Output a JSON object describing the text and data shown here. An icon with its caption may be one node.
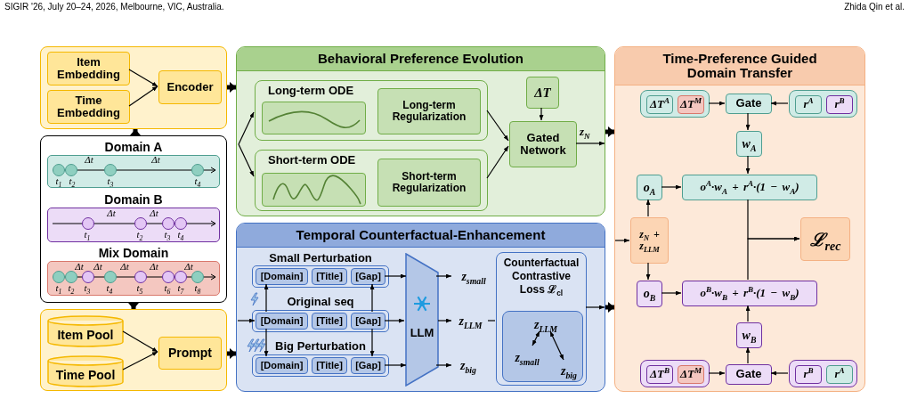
{
  "diagram": {
    "nodes": [
      {
        "text": [],
        "shape": "box"
      },
      {
        "text": [
          "Item Embedding"
        ],
        "in": 0
      },
      {
        "text": [
          "Time Embedding"
        ],
        "in": 0
      },
      {
        "text": [
          "Encoder"
        ],
        "in": 0
      },
      {
        "text": [],
        "shape": "box"
      },
      {
        "text": [
          "Domain A"
        ],
        "in": 4
      },
      {
        "text": [
          "Domain B"
        ],
        "in": 4
      },
      {
        "text": [
          "Mix Domain"
        ],
        "in": 4
      },
      {
        "text": [],
        "shape": "box"
      },
      {
        "text": [
          "Item Pool"
        ],
        "in": 8
      },
      {
        "text": [
          "Time Pool"
        ],
        "in": 8
      },
      {
        "text": [
          "Prompt"
        ],
        "in": 8
      },
      {
        "text": [
          "Behavioral Preference Evolution"
        ]
      },
      {
        "text": [
          "Long-term ODE"
        ],
        "in": 12
      },
      {
        "text": [],
        "shape": "box",
        "in": 13
      },
      {
        "text": [
          "Long-term Regularization"
        ],
        "in": 13
      },
      {
        "text": [
          "Short-term ODE"
        ],
        "in": 12
      },
      {
        "text": [],
        "shape": "box",
        "in": 16
      },
      {
        "text": [
          "Short-term Regularization"
        ],
        "in": 16
      },
      {
        "text": [
          "ΔT"
        ],
        "in": 12
      },
      {
        "text": [
          "Gated Network"
        ],
        "in": 12
      },
      {
        "text": [
          "Temporal Counterfactual-Enhancement"
        ]
      },
      {
        "text": [
          "Small Perturbation"
        ],
        "in": 21
      },
      {
        "text": [
          "[Domain]"
        ],
        "in": 22
      },
      {
        "text": [
          "[Title]"
        ],
        "in": 22
      },
      {
        "text": [
          "[Gap]"
        ],
        "in": 22
      },
      {
        "text": [
          "Original seq"
        ],
        "in": 21
      },
      {
        "text": [
          "[Domain]"
        ],
        "in": 26
      },
      {
        "text": [
          "[Title]"
        ],
        "in": 26
      },
      {
        "text": [
          "[Gap]"
        ],
        "in": 26
      },
      {
        "text": [
          "Big Perturbation"
        ],
        "in": 21
      },
      {
        "text": [
          "[Domain]"
        ],
        "in": 30
      },
      {
        "text": [
          "[Title]"
        ],
        "in": 30
      },
      {
        "text": [
          "[Gap]"
        ],
        "in": 30
      },
      {
        "text": [
          "LLM"
        ],
        "in": 21
      },
      {
        "text": [
          "Counterfactual Contrastive Loss ℒ$_{cl}$"
        ],
        "in": 21
      },
      {
        "text": [],
        "shape": "box",
        "in": 35
      },
      {
        "text": [
          "z$_{LLM}$"
        ],
        "in": 36
      },
      {
        "text": [
          "z$_{small}$"
        ],
        "in": 36
      },
      {
        "text": [
          "z$_{big}$"
        ],
        "in": 36
      },
      {
        "text": [
          "z$_{small}$"
        ],
        "in": 21
      },
      {
        "text": [
          "z$_{LLM}$"
        ],
        "in": 21
      },
      {
        "text": [
          "z$_{big}$"
        ],
        "in": 21
      },
      {
        "text": [
          "Time-Preference Guided Domain Transfer"
        ]
      },
      {
        "text": [],
        "shape": "box",
        "in": 43
      },
      {
        "text": [
          "ΔT$^{A}$"
        ],
        "in": 44
      },
      {
        "text": [
          "ΔT$^{M}$"
        ],
        "in": 44
      },
      {
        "text": [
          "Gate"
        ],
        "in": 43
      },
      {
        "text": [],
        "shape": "box",
        "in": 43
      },
      {
        "text": [
          "r$^{A}$"
        ],
        "in": 48
      },
      {
        "text": [
          "r$^{B}$"
        ],
        "in": 48
      },
      {
        "text": [
          "w$_{A}$"
        ],
        "in": 43
      },
      {
        "text": [
          "o$_{A}$"
        ],
        "in": 43
      },
      {
        "text": [
          "o$^{A}$·w$_{A}$ + r$^{A}$·(1 − w$_{A}$)"
        ],
        "in": 43
      },
      {
        "text": [
          "z$_{N}$ + z$_{LLM}$"
        ],
        "in": 43
      },
      {
        "text": [
          "ℒ$_{rec}$"
        ],
        "in": 43
      },
      {
        "text": [
          "o$_{B}$"
        ],
        "in": 43
      },
      {
        "text": [
          "o$^{B}$·w$_{B}$ + r$^{B}$·(1 − w$_{B}$)"
        ],
        "in": 43
      },
      {
        "text": [
          "w$_{B}$"
        ],
        "in": 43
      },
      {
        "text": [],
        "shape": "box",
        "in": 43
      },
      {
        "text": [
          "ΔT$^{B}$"
        ],
        "in": 59
      },
      {
        "text": [
          "ΔT$^{M}$"
        ],
        "in": 59
      },
      {
        "text": [
          "Gate"
        ],
        "in": 43
      },
      {
        "text": [],
        "shape": "box",
        "in": 43
      },
      {
        "text": [
          "r$^{B}$"
        ],
        "in": 63
      },
      {
        "text": [
          "r$^{A}$"
        ],
        "in": 63
      }
    ],
    "edges": [
      {
        "from": 1,
        "to": 3,
        "arrow": "to"
      },
      {
        "from": 2,
        "to": 3,
        "arrow": "to"
      },
      {
        "from": 4,
        "to": 0,
        "arrow": "to",
        "style": "thick"
      },
      {
        "from": 4,
        "to": 8,
        "arrow": "to",
        "style": "thick"
      },
      {
        "from": 9,
        "to": 11,
        "arrow": "to"
      },
      {
        "from": 10,
        "to": 11,
        "arrow": "to"
      },
      {
        "from": 0,
        "to": 12,
        "arrow": "to",
        "style": "thick"
      },
      {
        "from": null,
        "to": 13,
        "arrow": "to"
      },
      {
        "from": null,
        "to": 16,
        "arrow": "to"
      },
      {
        "from": 13,
        "to": 20,
        "arrow": "to"
      },
      {
        "from": 16,
        "to": 20,
        "arrow": "to"
      },
      {
        "from": 19,
        "to": 20,
        "arrow": "to"
      },
      {
        "from": 20,
        "to": null,
        "arrow": "to",
        "label": "z$_{N}$"
      },
      {
        "from": 12,
        "to": 43,
        "arrow": "to",
        "style": "thick"
      },
      {
        "from": 8,
        "to": 21,
        "arrow": "to",
        "style": "thick"
      },
      {
        "from": null,
        "to": 26,
        "arrow": "to"
      },
      {
        "from": 27,
        "to": 23,
        "arrow": "to"
      },
      {
        "from": 29,
        "to": 25,
        "arrow": "to"
      },
      {
        "from": 27,
        "to": 31,
        "arrow": "to"
      },
      {
        "from": 29,
        "to": 33,
        "arrow": "to"
      },
      {
        "from": 22,
        "to": 34,
        "arrow": "to"
      },
      {
        "from": 26,
        "to": 34,
        "arrow": "to"
      },
      {
        "from": 30,
        "to": 34,
        "arrow": "to"
      },
      {
        "from": 34,
        "to": 40,
        "arrow": "to"
      },
      {
        "from": 34,
        "to": 41,
        "arrow": "to"
      },
      {
        "from": 34,
        "to": 42,
        "arrow": "to"
      },
      {
        "from": 41,
        "to": 35,
        "arrow": "none"
      },
      {
        "from": 38,
        "to": 37,
        "arrow": "both"
      },
      {
        "from": 37,
        "to": 39,
        "arrow": "both"
      },
      {
        "from": 35,
        "to": null,
        "arrow": "to"
      },
      {
        "from": 21,
        "to": 43,
        "arrow": "to",
        "style": "thick"
      },
      {
        "from": 44,
        "to": 47,
        "arrow": "to"
      },
      {
        "from": 48,
        "to": 47,
        "arrow": "to"
      },
      {
        "from": 47,
        "to": 51,
        "arrow": "to"
      },
      {
        "from": 51,
        "to": 53,
        "arrow": "to"
      },
      {
        "from": 52,
        "to": 53,
        "arrow": "to"
      },
      {
        "from": null,
        "to": 54,
        "arrow": "to"
      },
      {
        "from": 54,
        "to": 52,
        "arrow": "to"
      },
      {
        "from": 54,
        "to": 56,
        "arrow": "to"
      },
      {
        "from": 53,
        "to": 55,
        "arrow": "to"
      },
      {
        "from": 57,
        "to": 55,
        "arrow": "to"
      },
      {
        "from": 56,
        "to": 57,
        "arrow": "to"
      },
      {
        "from": 58,
        "to": 57,
        "arrow": "to"
      },
      {
        "from": 62,
        "to": 58,
        "arrow": "to"
      },
      {
        "from": 59,
        "to": 62,
        "arrow": "to"
      },
      {
        "from": 63,
        "to": 62,
        "arrow": "to"
      }
    ],
    "labels": [
      "SIGIR '26, July 20–24, 2026, Melbourne, VIC, Australia.",
      "Zhida Qin et al.",
      "Δt",
      "Δt",
      "t$_{1}$",
      "t$_{2}$",
      "t$_{3}$",
      "t$_{4}$",
      "Δt",
      "Δt",
      "t$_{1}$",
      "t$_{2}$",
      "t$_{3}$",
      "t$_{4}$",
      "Δt",
      "Δt",
      "Δt",
      "Δt",
      "Δt",
      "t$_{1}$",
      "t$_{2}$",
      "t$_{3}$",
      "t$_{4}$",
      "t$_{5}$",
      "t$_{6}$",
      "t$_{7}$",
      "t$_{8}$"
    ]
  }
}
